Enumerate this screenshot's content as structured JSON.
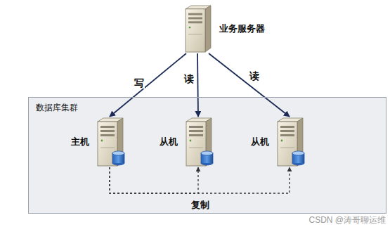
{
  "diagram": {
    "nodes": [
      {
        "text": [
          "业务服务器"
        ]
      },
      {
        "text": [
          "数据库集群"
        ]
      },
      {
        "text": [
          "主机"
        ],
        "in": 1
      },
      {
        "text": [
          "从机"
        ],
        "in": 1
      },
      {
        "text": [
          "从机"
        ],
        "in": 1
      }
    ],
    "edges": [
      {
        "from": 0,
        "to": 2,
        "arrow": "to",
        "label": "写"
      },
      {
        "from": 0,
        "to": 3,
        "arrow": "to",
        "label": "读"
      },
      {
        "from": 0,
        "to": 4,
        "arrow": "to",
        "label": "读"
      },
      {
        "from": 2,
        "to": 3,
        "arrow": "to",
        "label": "复制"
      },
      {
        "from": 2,
        "to": 4,
        "arrow": "to"
      }
    ],
    "labels": [
      "CSDN @涛哥聊运维"
    ]
  }
}
